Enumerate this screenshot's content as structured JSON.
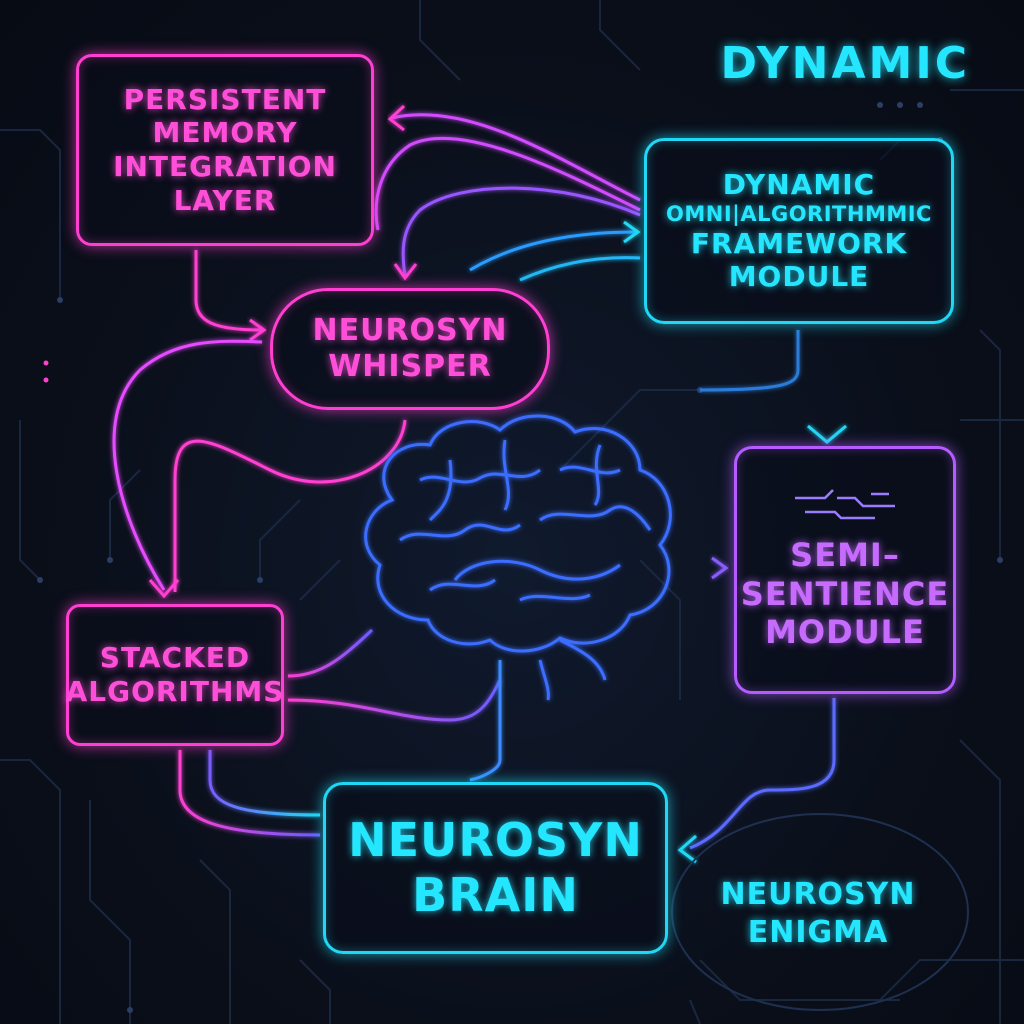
{
  "title": "DYNAMIC",
  "nodes": {
    "persistent": {
      "lines": [
        "PERSISTENT",
        "MEMORY",
        "INTEGRATION",
        "LAYER"
      ]
    },
    "whisper": {
      "lines": [
        "NEUROSYN",
        "WHISPER"
      ]
    },
    "dynamic_framework": {
      "lines": [
        "DYNAMIC",
        "OMNI|ALGORITHMMIC",
        "FRAMEWORK",
        "MODULE"
      ]
    },
    "semi_sentience": {
      "lines": [
        "SEMI–",
        "SENTIENCE",
        "MODULE"
      ]
    },
    "stacked": {
      "lines": [
        "STACKED",
        "ALGORITHMS"
      ]
    },
    "brain": {
      "lines": [
        "NEUROSYN",
        "BRAIN"
      ]
    }
  },
  "enigma": {
    "lines": [
      "NEUROSYN",
      "ENIGMA"
    ]
  },
  "colors": {
    "background": "#0a0f1a",
    "pink": "#ff3fd2",
    "cyan": "#20d8f5",
    "violet": "#b45cff",
    "brain": "#3a6dff",
    "circuit": "#1b2a44"
  },
  "icons": [
    "brain-icon",
    "circuit-glyph-icon"
  ]
}
